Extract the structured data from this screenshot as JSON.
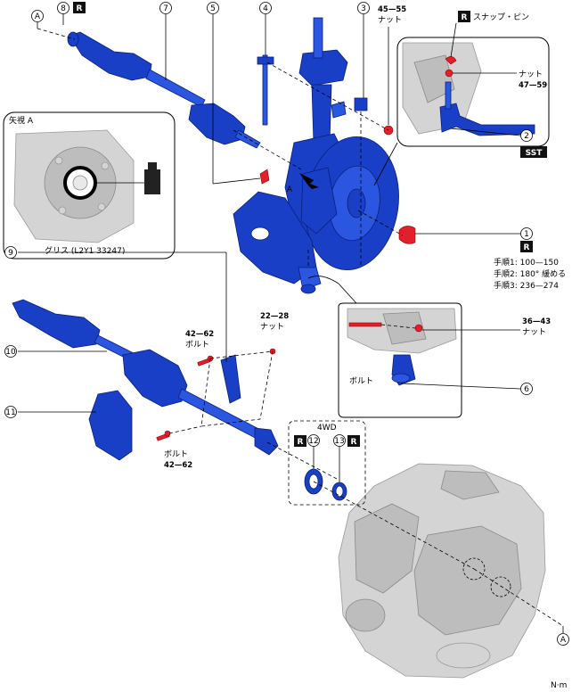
{
  "callouts": {
    "p1": "1",
    "p2": "2",
    "p3": "3",
    "p4": "4",
    "p5": "5",
    "p6": "6",
    "p7": "7",
    "p8": "8",
    "p9": "9",
    "p10": "10",
    "p11": "11",
    "p12": "12",
    "p13": "13",
    "viewA_top": "A",
    "viewA_bottom": "A",
    "arrowA": "A"
  },
  "badges": {
    "replace": "R",
    "sst": "SST"
  },
  "labels": {
    "nut": "ナット",
    "bolt": "ボルト",
    "snap_pin": "スナップ・ピン",
    "torque_45_55": "45—55",
    "torque_47_59": "47—59",
    "torque_22_28": "22—28",
    "torque_42_62_upper": "42—62",
    "torque_42_62_lower": "42—62",
    "torque_36_43": "36—43",
    "view_a_title": "矢視 A",
    "grease": "グリス (L2Y1 33247)",
    "four_wd": "4WD",
    "unit": "N·m",
    "step1": "手順1: 100—150",
    "step2": "手順2: 180° 緩める",
    "step3": "手順3: 236—274"
  },
  "colors": {
    "part": "#1a3fc7",
    "fastener": "#e0202a",
    "transaxle": "#cfcfcf"
  }
}
